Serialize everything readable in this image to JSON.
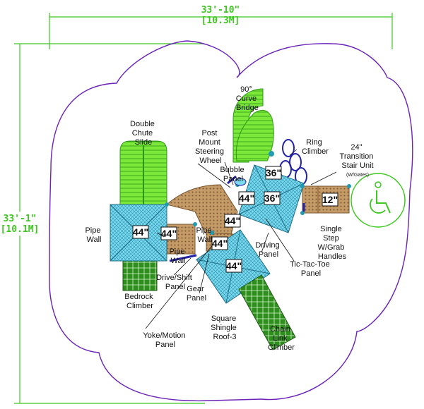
{
  "dimensions": {
    "width_ft": "33'-10\"",
    "width_m": "[10.3M]",
    "depth_ft": "33'-1\"",
    "depth_m": "[10.1M]"
  },
  "components": {
    "curve_bridge": [
      "90°",
      "Curve",
      "Bridge"
    ],
    "double_chute_slide": [
      "Double",
      "Chute",
      "Slide"
    ],
    "steering_wheel": [
      "Post",
      "Mount",
      "Steering",
      "Wheel"
    ],
    "ring_climber": [
      "Ring",
      "Climber"
    ],
    "transition_stair": [
      "24\"",
      "Transition",
      "Stair Unit"
    ],
    "transition_note": "(W/Gates)",
    "bubble_panel": [
      "Bubble",
      "Panel"
    ],
    "pipe_wall_left": [
      "Pipe",
      "Wall"
    ],
    "pipe_wall_center": [
      "Pipe",
      "Wall"
    ],
    "single_step": [
      "Single",
      "Step",
      "W/Grab",
      "Handles"
    ],
    "driving_panel": [
      "Driving",
      "Panel"
    ],
    "tic_tac_toe": [
      "Tic-Tac-Toe",
      "Panel"
    ],
    "drive_shift": [
      "Drive/Shift",
      "Panel"
    ],
    "bedrock_climber": [
      "Bedrock",
      "Climber"
    ],
    "gear_panel": [
      "Gear",
      "Panel"
    ],
    "square_roof": [
      "Square",
      "Shingle",
      "Roof-3"
    ],
    "chain_climber": [
      "Chain",
      "Link",
      "Climber"
    ],
    "yoke_motion": [
      "Yoke/Motion",
      "Panel"
    ]
  },
  "deck_heights": {
    "left_roof": "44\"",
    "left_deck": "44\"",
    "center_upper": "44\"",
    "center_lower": "44\"",
    "right_upper": "36\"",
    "right_roof": "36\"",
    "left_center": "44\"",
    "square_roof": "44\"",
    "stair_platform": "12\""
  },
  "colors": {
    "dimension_line": "#3cc81e",
    "border": "#6a22b8",
    "roof": "#7ad9ec",
    "deck": "#c49a66",
    "slide": "#7be83a",
    "climber": "#2f8f1e",
    "panel": "#2323a8",
    "post": "#1f9ab0"
  }
}
